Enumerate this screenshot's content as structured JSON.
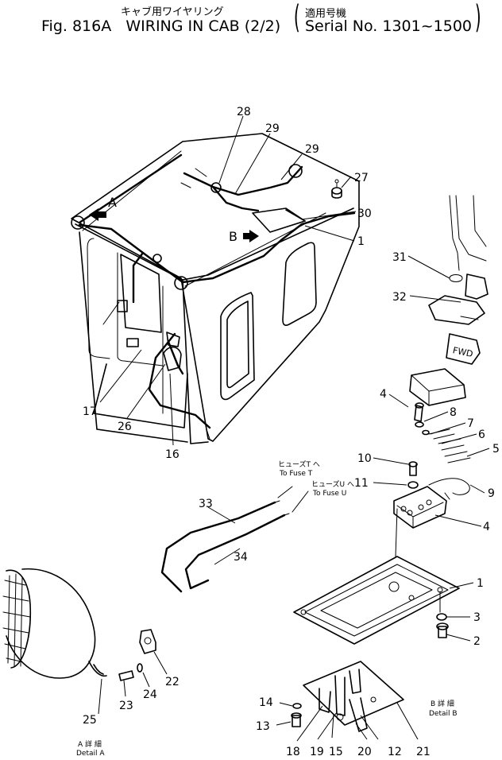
{
  "header": {
    "title_jp": "キャブ用ワイヤリング",
    "title": "Fig. 816A   WIRING IN CAB (2/2)",
    "applicability_jp": "適用号機",
    "applicability": "Serial No. 1301~1500"
  },
  "view_labels": {
    "arrow_a": "A",
    "arrow_b": "B",
    "fwd": "FWD",
    "detail_a_jp": "A 詳 細",
    "detail_a": "Detail A",
    "detail_b_jp": "B 詳 細",
    "detail_b": "Detail B"
  },
  "fuse_labels": {
    "fuse_t_jp": "ヒューズT へ",
    "fuse_t": "To Fuse T",
    "fuse_u_jp": "ヒューズU へ",
    "fuse_u": "To Fuse U"
  },
  "part_numbers": {
    "p1a": "1",
    "p1b": "1",
    "p2": "2",
    "p3": "3",
    "p4a": "4",
    "p4b": "4",
    "p5": "5",
    "p6": "6",
    "p7": "7",
    "p8": "8",
    "p9": "9",
    "p10": "10",
    "p11": "11",
    "p12": "12",
    "p13": "13",
    "p14": "14",
    "p15": "15",
    "p16": "16",
    "p17": "17",
    "p18": "18",
    "p19": "19",
    "p20": "20",
    "p21": "21",
    "p22": "22",
    "p23": "23",
    "p24": "24",
    "p25": "25",
    "p26": "26",
    "p27": "27",
    "p28": "28",
    "p29a": "29",
    "p29b": "29",
    "p30": "30",
    "p31": "31",
    "p32": "32",
    "p33": "33",
    "p34": "34"
  }
}
